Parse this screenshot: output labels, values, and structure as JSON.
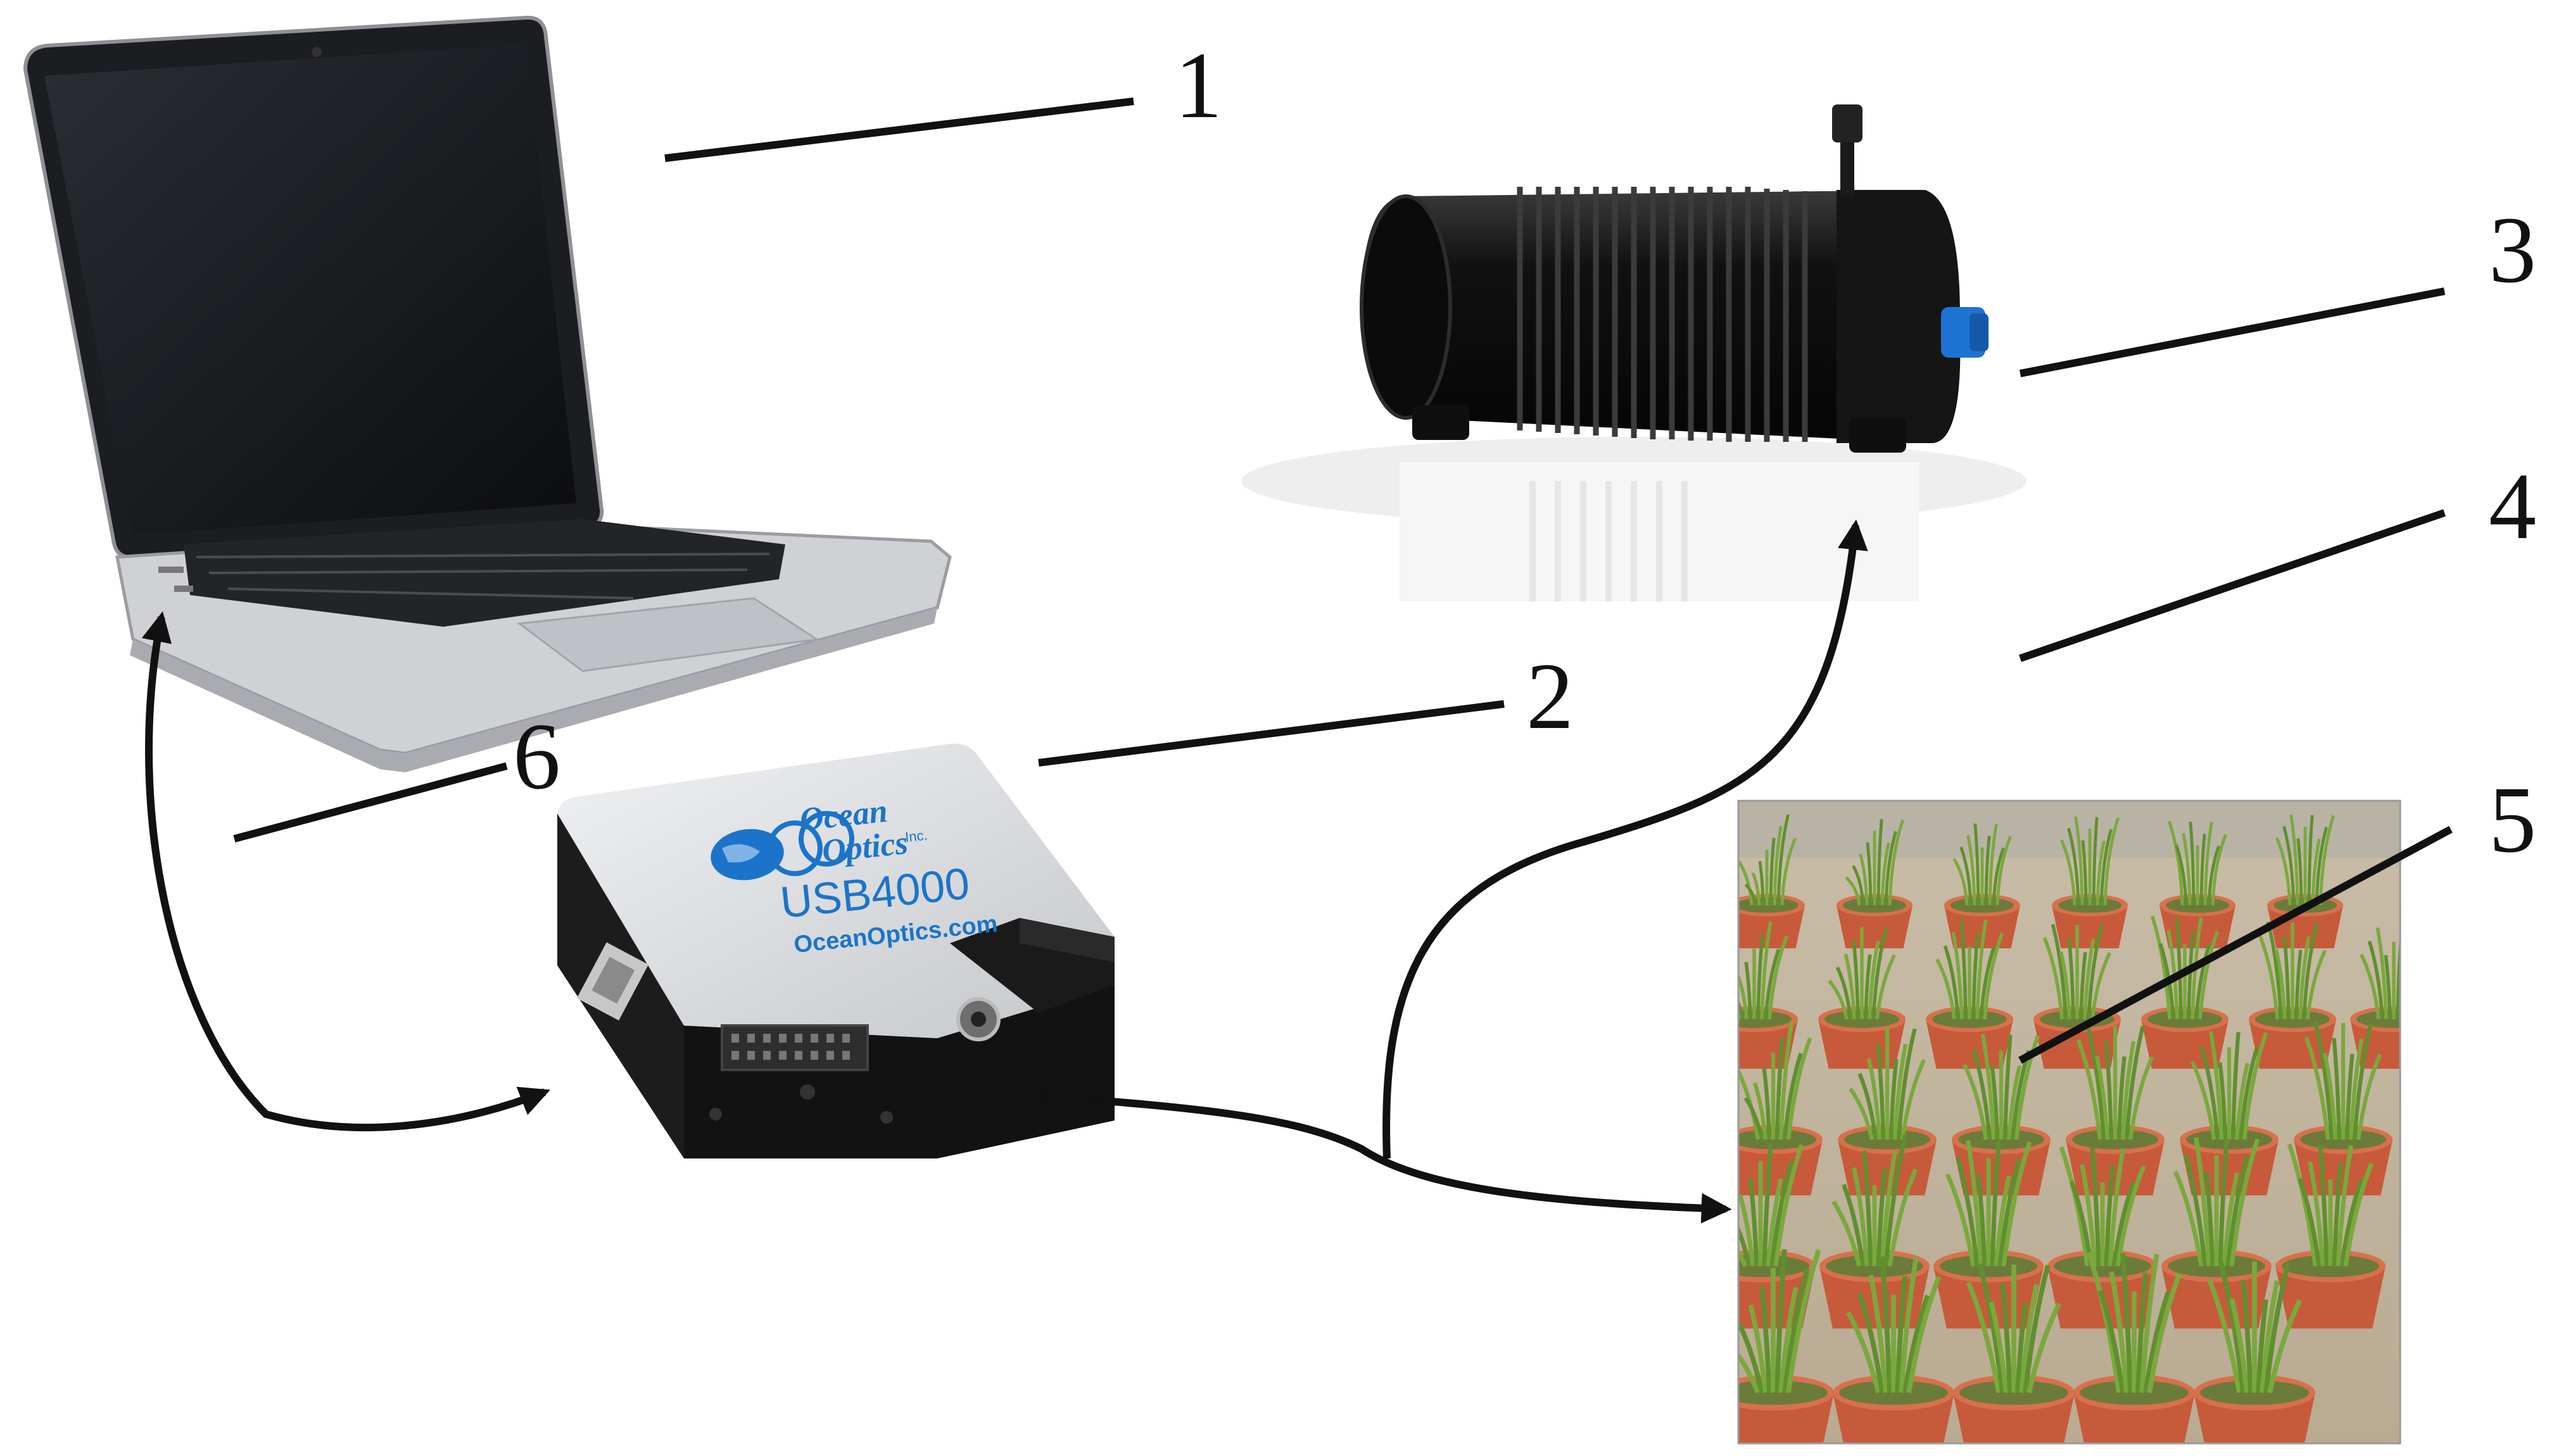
{
  "labels": {
    "laptop": "1",
    "spectrometer": "2",
    "light_source": "3",
    "fiber": "4",
    "plants": "5",
    "usb_cable": "6"
  },
  "spectrometer_print": {
    "brand_line1": "Ocean",
    "brand_line2": "Optics",
    "brand_suffix": "Inc.",
    "model": "USB4000",
    "website": "OceanOptics.com"
  },
  "colors": {
    "line": "#111111",
    "laptop_body": "#c9cbcf",
    "laptop_screen": "#15171b",
    "lamp_body": "#141414",
    "lamp_knob": "#1e73d2",
    "spectrometer_top": "#d8dadd",
    "spectrometer_side": "#1a1a1a",
    "brand_blue": "#1b74c9",
    "pot": "#c75a3a",
    "leaf": "#5f8f2f",
    "ground": "#c9b9a0"
  },
  "icons": [
    "laptop-icon",
    "light-source-icon",
    "spectrometer-icon",
    "potted-plants-photo"
  ]
}
